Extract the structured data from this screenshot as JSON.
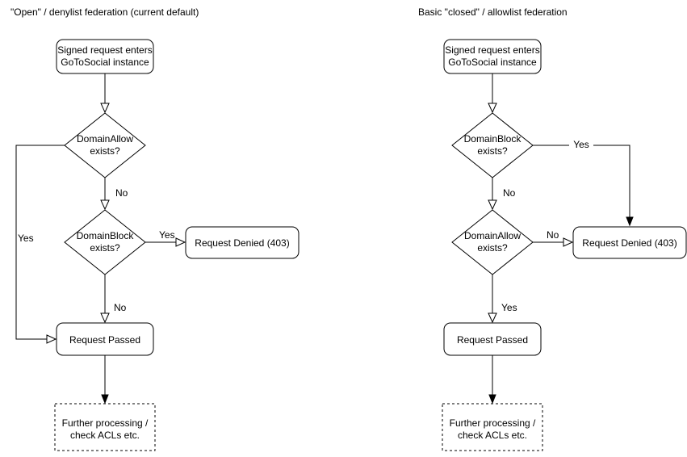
{
  "colors": {
    "stroke": "#000000",
    "text": "#000000",
    "background": "#ffffff",
    "node_fill": "#ffffff"
  },
  "left": {
    "title": "\"Open\" / denylist federation (current default)",
    "start": {
      "line1": "Signed request enters",
      "line2": "GoToSocial instance"
    },
    "decision1": {
      "line1": "DomainAllow",
      "line2": "exists?",
      "yes": "Yes",
      "no": "No"
    },
    "decision2": {
      "line1": "DomainBlock",
      "line2": "exists?",
      "yes": "Yes",
      "no": "No"
    },
    "denied": "Request Denied (403)",
    "passed": "Request Passed",
    "further": {
      "line1": "Further processing /",
      "line2": "check ACLs etc."
    }
  },
  "right": {
    "title": "Basic \"closed\" / allowlist federation",
    "start": {
      "line1": "Signed request enters",
      "line2": "GoToSocial instance"
    },
    "decision1": {
      "line1": "DomainBlock",
      "line2": "exists?",
      "yes": "Yes",
      "no": "No"
    },
    "decision2": {
      "line1": "DomainAllow",
      "line2": "exists?",
      "yes": "Yes",
      "no": "No"
    },
    "denied": "Request Denied (403)",
    "passed": "Request Passed",
    "further": {
      "line1": "Further processing /",
      "line2": "check ACLs etc."
    }
  }
}
